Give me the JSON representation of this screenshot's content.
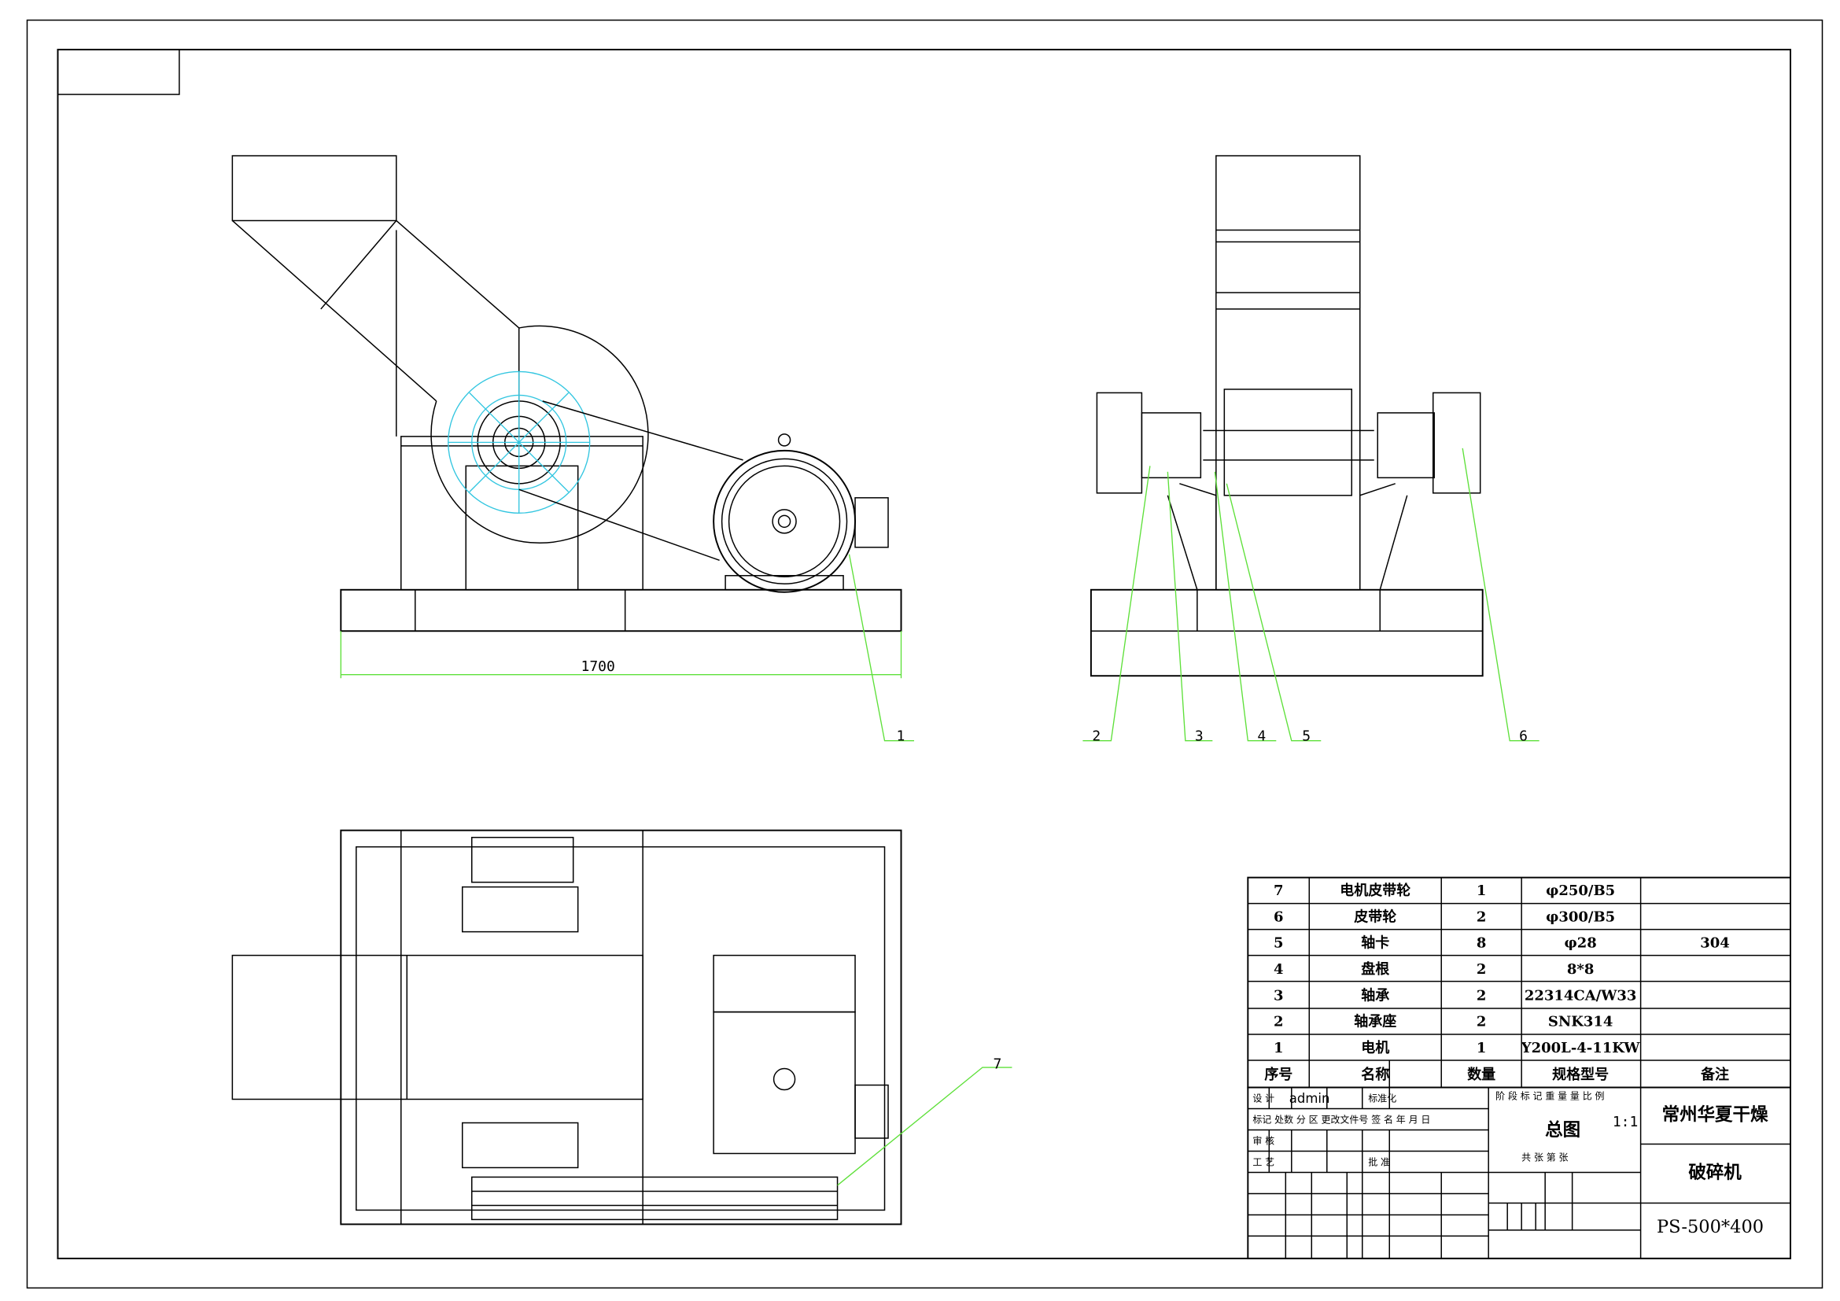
{
  "drawing": {
    "dimension": "1700",
    "leaders": [
      "1",
      "2",
      "3",
      "4",
      "5",
      "6",
      "7"
    ]
  },
  "bom": {
    "rows": [
      {
        "no": "7",
        "name": "电机皮带轮",
        "qty": "1",
        "spec": "φ250/B5",
        "note": ""
      },
      {
        "no": "6",
        "name": "皮带轮",
        "qty": "2",
        "spec": "φ300/B5",
        "note": ""
      },
      {
        "no": "5",
        "name": "轴卡",
        "qty": "8",
        "spec": "φ28",
        "note": "304"
      },
      {
        "no": "4",
        "name": "盘根",
        "qty": "2",
        "spec": "8*8",
        "note": ""
      },
      {
        "no": "3",
        "name": "轴承",
        "qty": "2",
        "spec": "22314CA/W33",
        "note": ""
      },
      {
        "no": "2",
        "name": "轴承座",
        "qty": "2",
        "spec": "SNK314",
        "note": ""
      },
      {
        "no": "1",
        "name": "电机",
        "qty": "1",
        "spec": "Y200L-4-11KW",
        "note": ""
      }
    ],
    "header": {
      "no": "序号",
      "name": "名称",
      "qty": "数量",
      "spec": "规格型号",
      "note": "备注"
    }
  },
  "title_block": {
    "revision_labels": "标记 处数 分 区 更改文件号 签 名 年 月 日",
    "design_label": "设 计",
    "designer": "admin",
    "standard_label": "标准化",
    "review_label": "审 核",
    "process_label": "工 艺",
    "approve_label": "批 准",
    "stage_labels": "阶 段 标 记 重 量 量 比 例",
    "drawing_name": "总图",
    "scale": "1:1",
    "sheet_labels": "共    张 第    张",
    "company": "常州华夏干燥",
    "product": "破碎机",
    "model": "PS-500*400"
  }
}
